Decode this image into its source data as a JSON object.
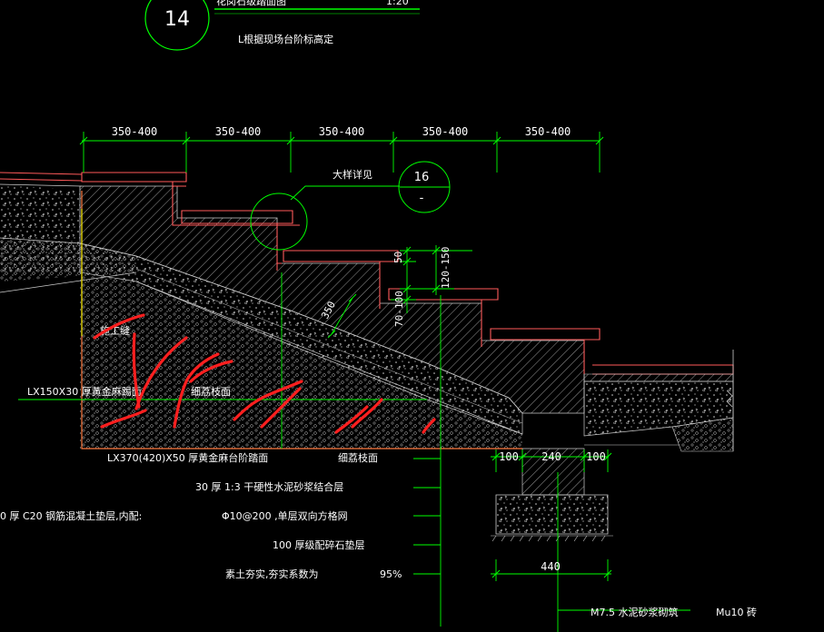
{
  "colors": {
    "background": "#000000",
    "dimension": "#00ff00",
    "outline": "#ff5a5a",
    "hatch": "#cccccc",
    "text": "#ffffff",
    "markup": "#ff2020"
  },
  "header": {
    "detail_number": "14",
    "title_partial": "花岗石级踏面图",
    "scale_partial": "1:20",
    "note": "L根据现场台阶标高定"
  },
  "dimensions": {
    "top_spans": [
      "350-400",
      "350-400",
      "350-400",
      "350-400",
      "350-400"
    ],
    "riser_50": "50",
    "riser_120_150": "120-150",
    "riser_70_100": "70-100",
    "slab_350": "350",
    "wall_left": "100",
    "wall_mid": "240",
    "wall_right": "100",
    "footing_width": "440"
  },
  "callouts": {
    "detail_ref_label": "大样详见",
    "detail_ref_top": "16",
    "detail_ref_bottom": "-"
  },
  "labels": {
    "construction_joint": "施工缝",
    "nosing": "LX150X30  厚黄金麻踢面",
    "tread_finish_1": "细荔枝面",
    "tread": "LX370(420)X50  厚黄金麻台阶踏面",
    "tread_finish_2": "细荔枝面",
    "mortar_bed": "30 厚 1:3  干硬性水泥砂浆结合层",
    "concrete": "0  厚  C20 钢筋混凝土垫层,内配:",
    "rebar": "Φ10@200  ,单层双向方格网",
    "gravel": "100  厚级配碎石垫层",
    "subgrade_text": "素土夯实,夯实系数为",
    "subgrade_value": "95%",
    "brick_wall": "M7.5  水泥砂浆砌筑",
    "brick_grade": "Mu10 砖"
  }
}
